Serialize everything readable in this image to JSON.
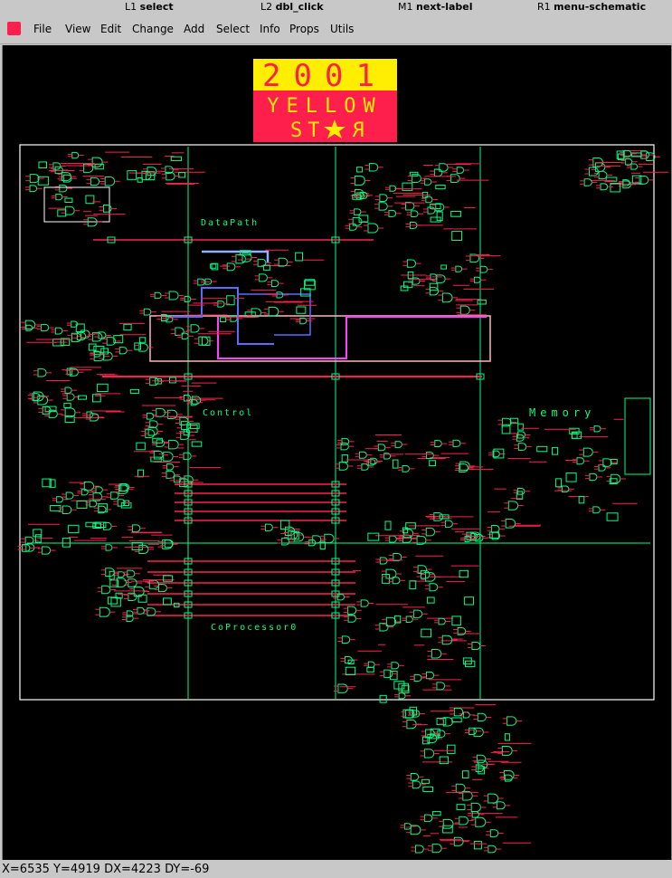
{
  "mouse_hints": [
    {
      "button": "L1",
      "action": "select"
    },
    {
      "button": "L2",
      "action": "dbl_click"
    },
    {
      "button": "M1",
      "action": "next-label"
    },
    {
      "button": "R1",
      "action": "menu-schematic"
    }
  ],
  "menu": {
    "items": [
      "File",
      "View",
      "Edit",
      "Change",
      "Add",
      "Select",
      "Info",
      "Props",
      "Utils"
    ]
  },
  "schematic": {
    "logo_year": "2001",
    "logo_line2": "YELLOW",
    "logo_line3a": "ST",
    "logo_line3b": "R",
    "section_labels": {
      "datapath": "DataPath",
      "control": "Control",
      "memory": "Memory",
      "coprocessor": "CoProcessor0"
    }
  },
  "colors": {
    "background": "#000000",
    "wire": "#ff1f4d",
    "component": "#00ff7f",
    "frame": "#ffffff",
    "bus_blue": "#5a6dff",
    "bus_magenta": "#ff40ff",
    "logo_yellow": "#ffee00",
    "logo_red": "#ff1f4d"
  },
  "status": {
    "text": "X=6535  Y=4919  DX=4223  DY=-69"
  }
}
